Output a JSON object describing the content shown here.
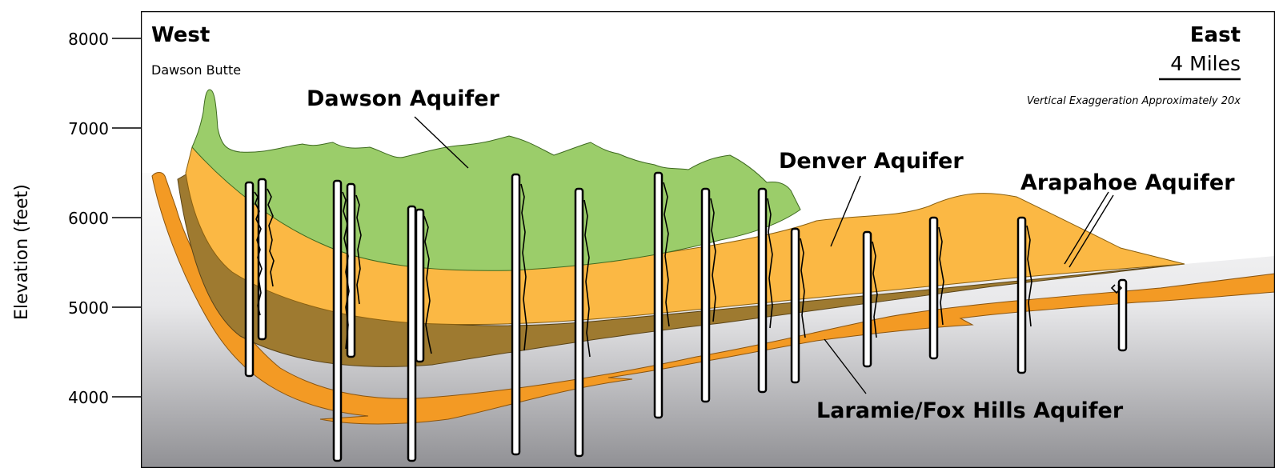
{
  "yaxis": {
    "label": "Elevation (feet)",
    "ticks": [
      "8000",
      "7000",
      "6000",
      "5000",
      "4000"
    ]
  },
  "directions": {
    "west": "West",
    "east": "East"
  },
  "landmark": "Dawson Butte",
  "scale": {
    "label": "4 Miles",
    "note": "Vertical Exaggeration Approximately 20x"
  },
  "aquifers": {
    "dawson": "Dawson Aquifer",
    "denver": "Denver Aquifer",
    "arapahoe": "Arapahoe Aquifer",
    "laramie": "Laramie/Fox Hills Aquifer"
  },
  "colors": {
    "dawson": "#9bcd6a",
    "denver": "#fbb844",
    "arapahoe": "#9e7a30",
    "laramie": "#f39a24",
    "confining": "#e4e4e6",
    "bedrock_top": "#fafafa",
    "bedrock_bottom": "#8e8e92"
  }
}
